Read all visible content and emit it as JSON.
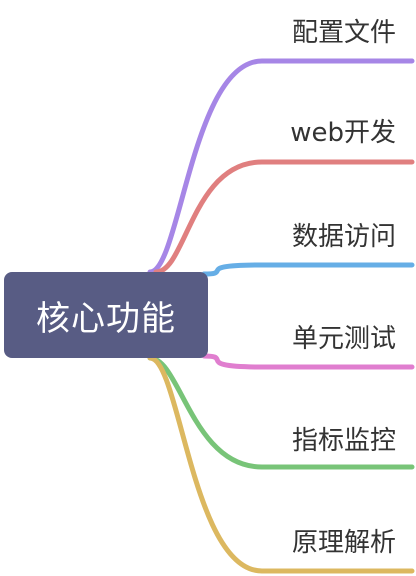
{
  "root": {
    "label": "核心功能",
    "color": "#585c84"
  },
  "branches": [
    {
      "label": "配置文件",
      "color": "#a686e6"
    },
    {
      "label": "web开发",
      "color": "#e07f7f"
    },
    {
      "label": "数据访问",
      "color": "#66aee6"
    },
    {
      "label": "单元测试",
      "color": "#e07ecf"
    },
    {
      "label": "指标监控",
      "color": "#78c478"
    },
    {
      "label": "原理解析",
      "color": "#dcb860"
    }
  ]
}
